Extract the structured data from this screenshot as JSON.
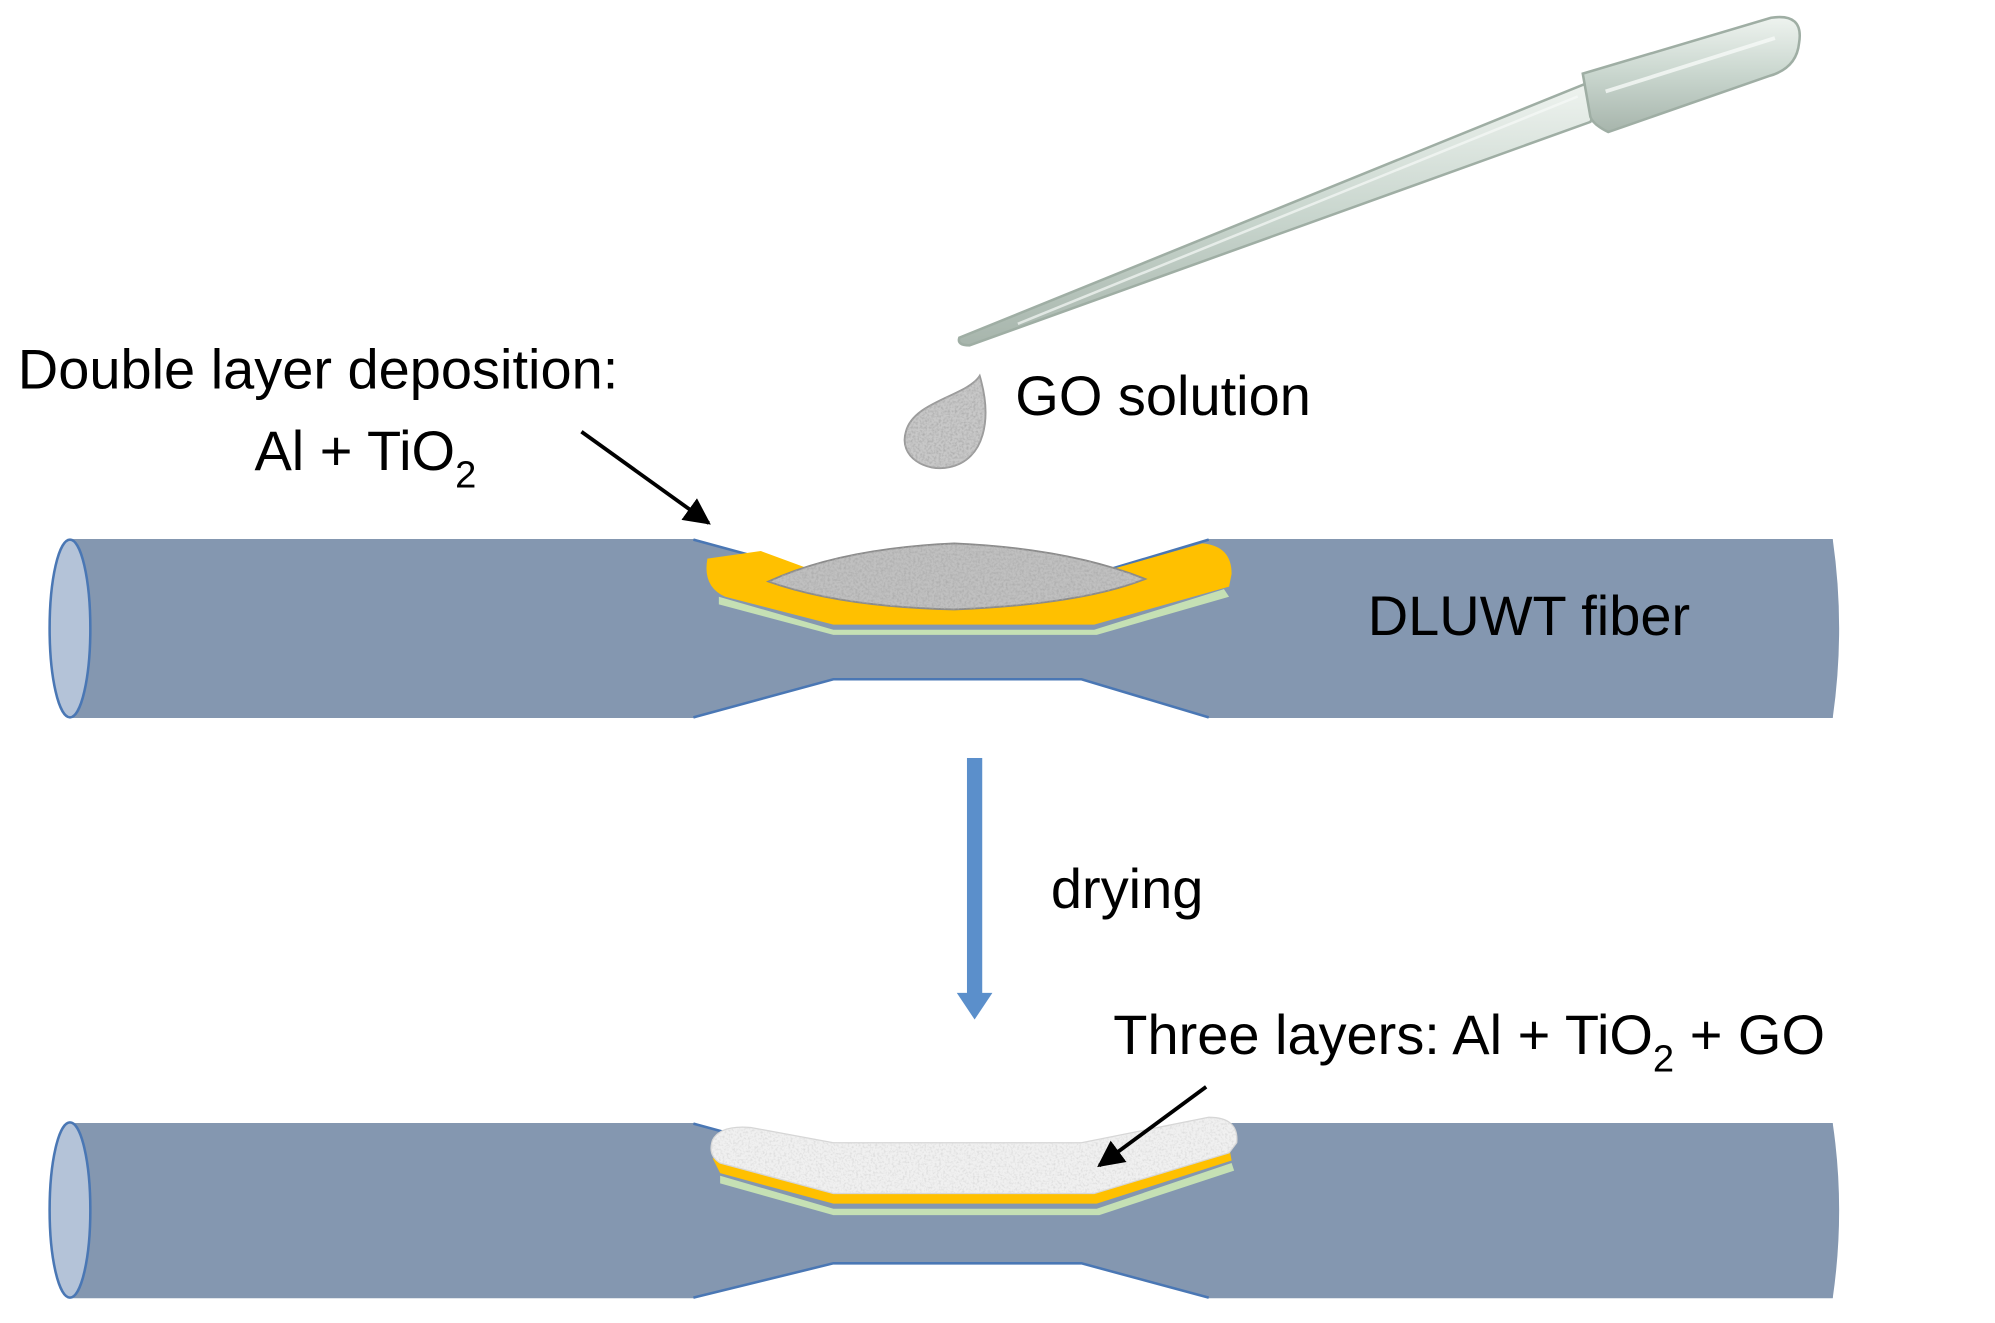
{
  "labels": {
    "deposition_line1": "Double layer deposition:",
    "deposition_line2_main": "Al + TiO",
    "deposition_line2_sub": "2",
    "go_solution": "GO solution",
    "fiber": "DLUWT fiber",
    "process_step": "drying",
    "three_layers_main": "Three layers: Al + TiO",
    "three_layers_sub": "2",
    "three_layers_tail": " + GO"
  },
  "colors": {
    "fiber_body": "#8497B0",
    "fiber_end": "#B4C3D8",
    "fiber_edge": "#4A77B4",
    "aluminum_layer": "#FFC000",
    "tio2_layer": "#C5E0B4",
    "go_solution": "#9A9A9A",
    "dried_go": "#EDEDED",
    "process_arrow": "#5B8FCB",
    "pointer_arrow": "#000000",
    "pipette": "#C9D6CE"
  },
  "icons": {
    "dropper": "pipette-icon",
    "droplet": "droplet-icon"
  }
}
